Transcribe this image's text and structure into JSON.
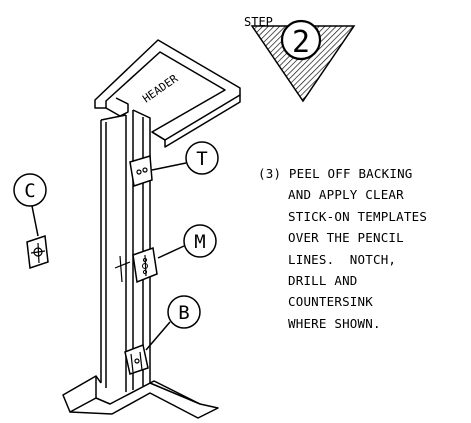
{
  "step": {
    "word": "STEP",
    "number": "2"
  },
  "labels": {
    "header": "HEADER",
    "callout_c": "C",
    "callout_t": "T",
    "callout_m": "M",
    "callout_b": "B"
  },
  "instructions": {
    "number": "(3)",
    "lines": [
      "PEEL OFF BACKING",
      "AND APPLY CLEAR",
      "STICK-ON TEMPLATES",
      "OVER THE PENCIL",
      "LINES.  NOTCH,",
      "DRILL AND",
      "COUNTERSINK",
      "WHERE SHOWN."
    ]
  }
}
